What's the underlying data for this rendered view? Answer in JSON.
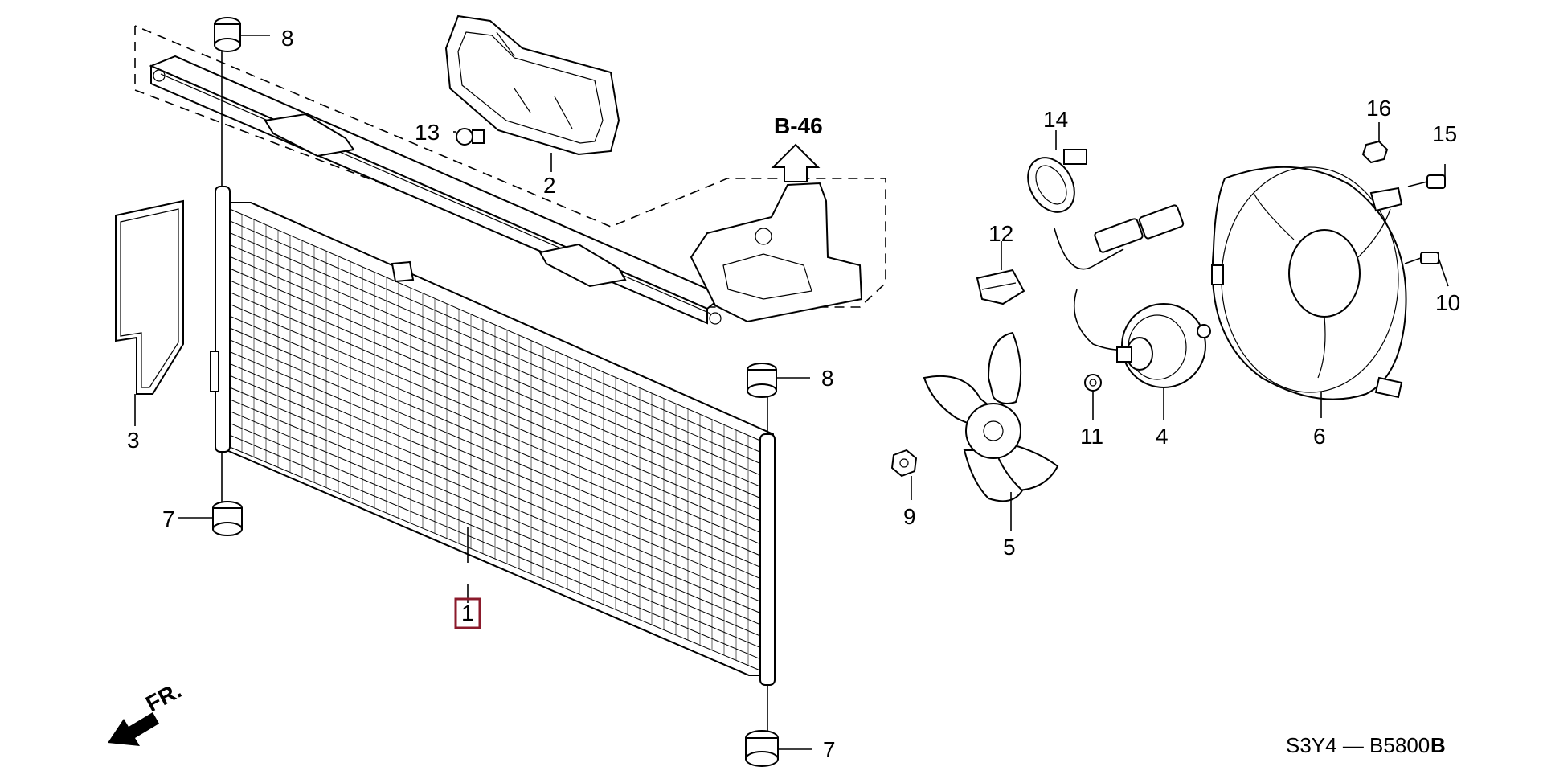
{
  "diagram": {
    "callouts": {
      "c1": "1",
      "c2": "2",
      "c3": "3",
      "c4": "4",
      "c5": "5",
      "c6": "6",
      "c7a": "7",
      "c7b": "7",
      "c8a": "8",
      "c8b": "8",
      "c9": "9",
      "c10": "10",
      "c11": "11",
      "c12": "12",
      "c13": "13",
      "c14": "14",
      "c15": "15",
      "c16": "16"
    },
    "reference": "B-46",
    "front_label": "FR.",
    "diagram_code": "S3Y4 — B5800",
    "diagram_code_suffix": "B",
    "highlight_color": "#8b1a2b",
    "icons": {
      "condenser": "condenser-icon",
      "fan": "fan-blade-icon",
      "motor": "fan-motor-icon",
      "shroud": "fan-shroud-icon"
    }
  }
}
